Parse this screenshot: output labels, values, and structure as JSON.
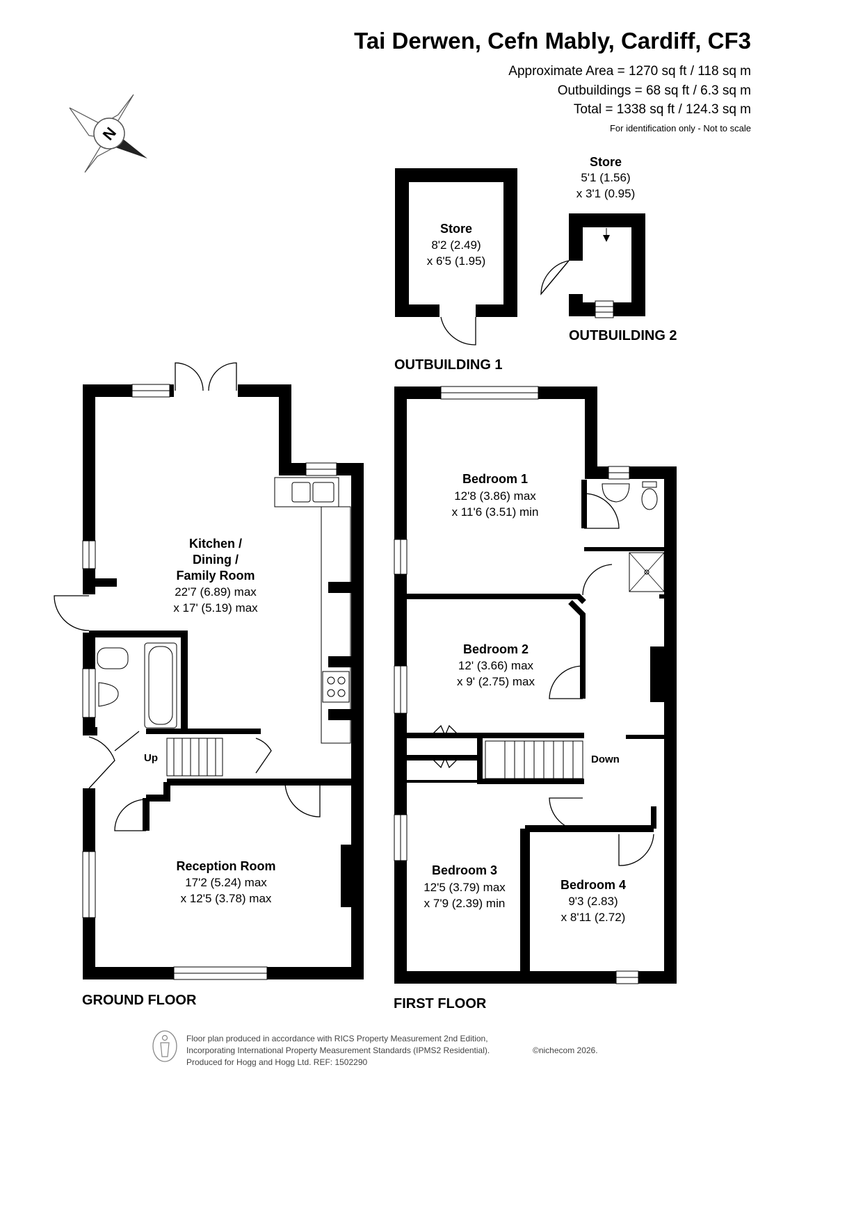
{
  "header": {
    "title": "Tai Derwen, Cefn Mably, Cardiff, CF3",
    "approx_area": "Approximate Area = 1270 sq ft / 118 sq m",
    "outbuildings": "Outbuildings = 68 sq ft / 6.3 sq m",
    "total": "Total = 1338 sq ft / 124.3 sq m",
    "disclaimer": "For identification only - Not to scale"
  },
  "compass": {
    "letter": "N",
    "icon": "compass-icon"
  },
  "outbuilding1": {
    "label": "OUTBUILDING 1",
    "room": {
      "name": "Store",
      "dim1": "8'2 (2.49)",
      "dim2": "x 6'5 (1.95)"
    }
  },
  "outbuilding2": {
    "label": "OUTBUILDING 2",
    "room": {
      "name": "Store",
      "dim1": "5'1 (1.56)",
      "dim2": "x 3'1 (0.95)"
    }
  },
  "ground_floor": {
    "label": "GROUND FLOOR",
    "up_label": "Up",
    "kitchen": {
      "name1": "Kitchen /",
      "name2": "Dining /",
      "name3": "Family Room",
      "dim1": "22'7 (6.89) max",
      "dim2": "x 17' (5.19) max"
    },
    "reception": {
      "name": "Reception Room",
      "dim1": "17'2 (5.24) max",
      "dim2": "x 12'5 (3.78) max"
    }
  },
  "first_floor": {
    "label": "FIRST FLOOR",
    "down_label": "Down",
    "bedroom1": {
      "name": "Bedroom 1",
      "dim1": "12'8 (3.86) max",
      "dim2": "x 11'6 (3.51) min"
    },
    "bedroom2": {
      "name": "Bedroom 2",
      "dim1": "12' (3.66) max",
      "dim2": "x 9' (2.75) max"
    },
    "bedroom3": {
      "name": "Bedroom 3",
      "dim1": "12'5 (3.79) max",
      "dim2": "x 7'9 (2.39) min"
    },
    "bedroom4": {
      "name": "Bedroom 4",
      "dim1": "9'3 (2.83)",
      "dim2": "x 8'11 (2.72)"
    }
  },
  "footer": {
    "line1": "Floor plan produced in accordance with RICS Property Measurement 2nd Edition,",
    "line2": "Incorporating International Property Measurement Standards (IPMS2 Residential).",
    "line3": "Produced for Hogg and Hogg Ltd.   REF: 1502290",
    "copyright": "©nichecom 2026."
  },
  "colors": {
    "wall": "#000000",
    "background": "#ffffff",
    "fixture": "#555555"
  }
}
